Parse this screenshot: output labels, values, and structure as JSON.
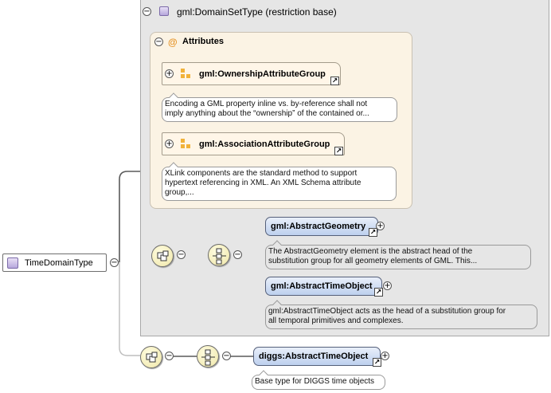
{
  "root": {
    "label": "TimeDomainType"
  },
  "base_type": {
    "label": "gml:DomainSetType (restriction base)"
  },
  "attributes": {
    "title": "Attributes",
    "groups": [
      {
        "label": "gml:OwnershipAttributeGroup",
        "doc": [
          "Encoding a GML property inline vs. by-reference shall not",
          "imply anything about the “ownership” of the contained or..."
        ]
      },
      {
        "label": "gml:AssociationAttributeGroup",
        "doc": [
          "XLink components are the standard method to support",
          "hypertext referencing in XML. An XML Schema attribute",
          "group,..."
        ]
      }
    ]
  },
  "choice_elements": [
    {
      "label": "gml:AbstractGeometry",
      "doc": [
        "The AbstractGeometry element is the abstract head of the",
        "substitution group for all geometry elements of GML. This..."
      ]
    },
    {
      "label": "gml:AbstractTimeObject",
      "doc": [
        "gml:AbstractTimeObject acts as the head of a substitution group for",
        "all temporal primitives and complexes."
      ]
    }
  ],
  "diggs_element": {
    "label": "diggs:AbstractTimeObject",
    "doc": [
      "Base type for DIGGS time objects"
    ]
  },
  "symbols": {
    "collapse": "−",
    "expand": "+",
    "link": "↗"
  },
  "colors": {
    "element_fill": "#bdd0ee",
    "attr_panel": "#fbf3e4",
    "type_panel": "#e6e6e6"
  }
}
